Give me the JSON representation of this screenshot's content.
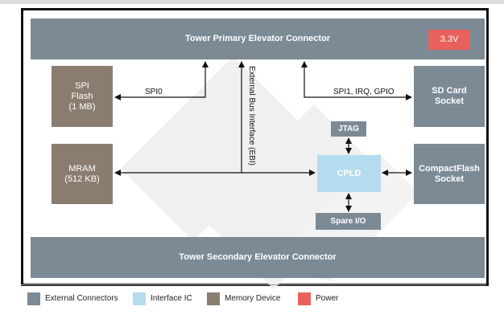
{
  "colors": {
    "external_connector": "#7c8a96",
    "interface_ic": "#b5dbee",
    "memory_device": "#8a7d70",
    "power": "#e8615d"
  },
  "blocks": {
    "primary_connector": "Tower Primary Elevator Connector",
    "power": "3.3V",
    "spi_flash": "SPI\nFlash\n(1 MB)",
    "mram": "MRAM\n(512 KB)",
    "sd_card": "SD Card\nSocket",
    "compactflash": "CompactFlash\nSocket",
    "jtag": "JTAG",
    "cpld": "CPLD",
    "spare_io": "Spare I/O",
    "secondary_connector": "Tower Secondary Elevator Connector"
  },
  "signals": {
    "spi0": "SPI0",
    "ebi": "External Bus Interface (EBI)",
    "spi1": "SPI1, IRQ, GPIO"
  },
  "legend": {
    "external_connectors": "External Connectors",
    "interface_ic": "Interface IC",
    "memory_device": "Memory Device",
    "power": "Power"
  }
}
